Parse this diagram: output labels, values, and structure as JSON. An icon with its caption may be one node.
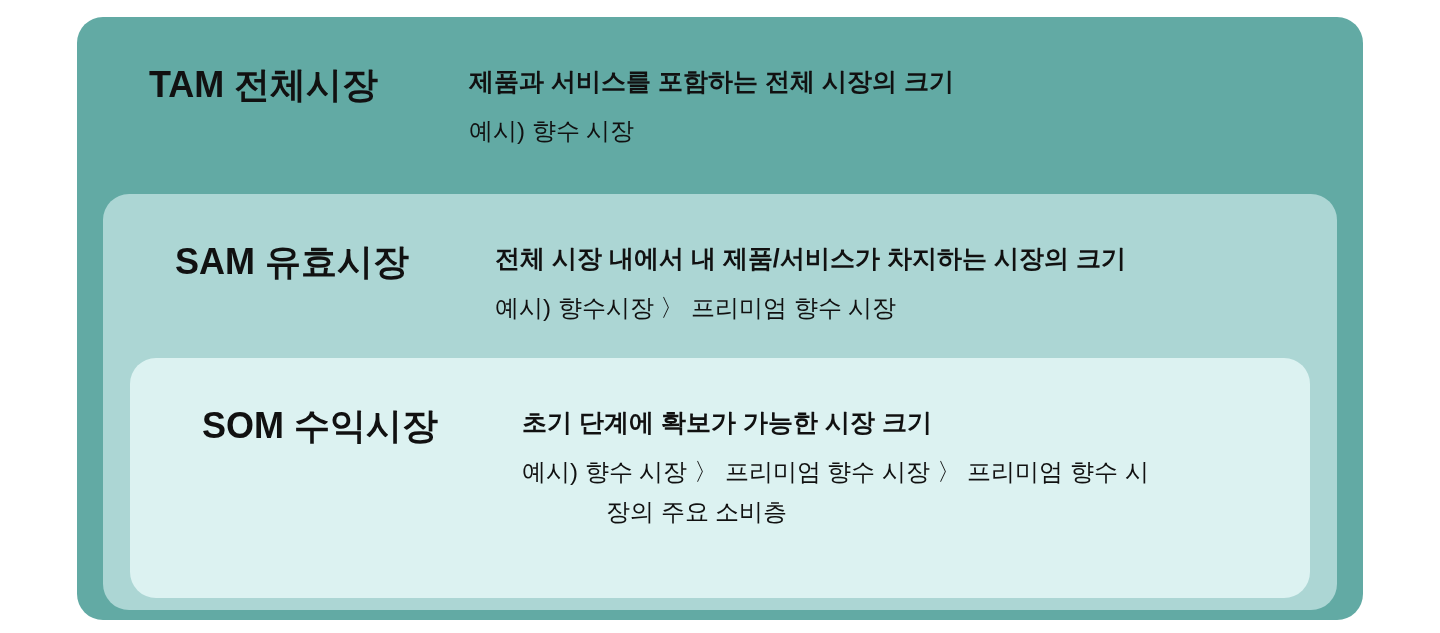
{
  "diagram": {
    "nodes": [
      {
        "text": [
          "TAM 전체시장",
          "제품과 서비스를 포함하는 전체 시장의 크기",
          "예시) 향수 시장"
        ]
      },
      {
        "text": [
          "SAM 유효시장",
          "전체 시장 내에서 내 제품/서비스가 차지하는 시장의 크기",
          "예시) 향수시장 〉 프리미엄 향수 시장"
        ],
        "in": 0
      },
      {
        "text": [
          "SOM 수익시장",
          "초기 단계에 확보가 가능한 시장 크기",
          "예시) 향수 시장 〉 프리미엄 향수 시장 〉 프리미엄 향수 시장의 주요 소비층"
        ],
        "in": 1
      }
    ]
  }
}
